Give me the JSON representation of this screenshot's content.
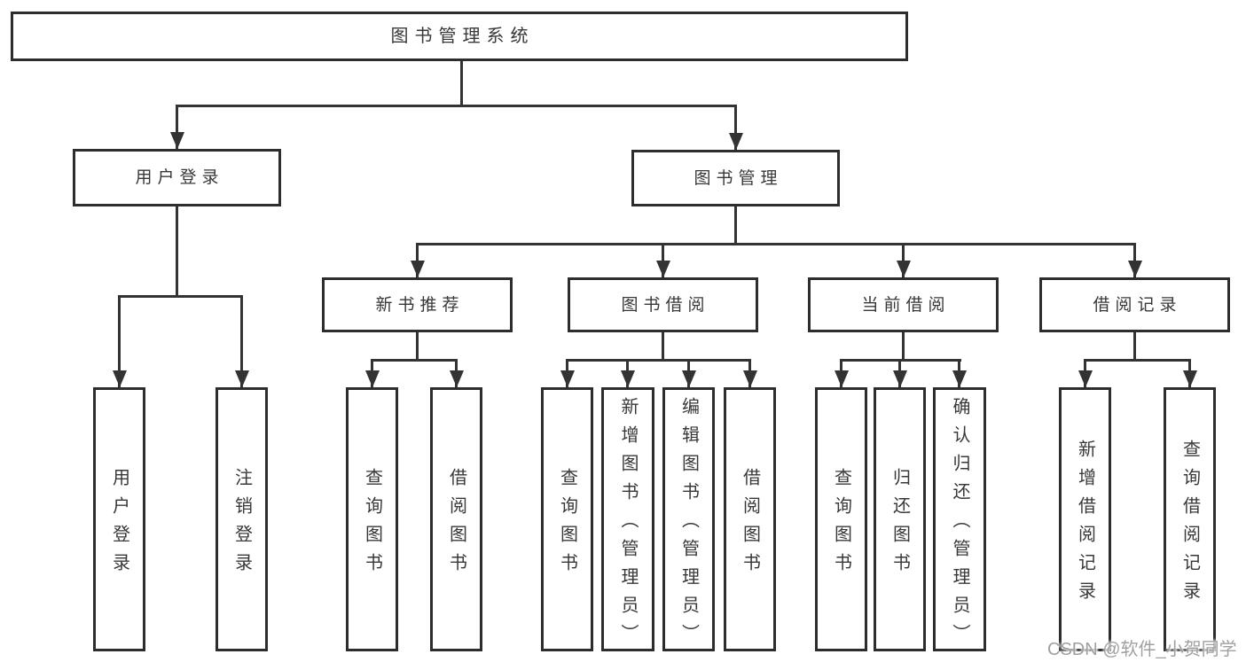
{
  "title": "图书管理系统",
  "level2": {
    "user_login": "用户登录",
    "book_mgmt": "图书管理"
  },
  "level3": {
    "new_books": "新书推荐",
    "book_borrow": "图书借阅",
    "current_borrow": "当前借阅",
    "borrow_records": "借阅记录"
  },
  "leaves": {
    "user_login": [
      "用户登录",
      "注销登录"
    ],
    "new_books": [
      "查询图书",
      "借阅图书"
    ],
    "book_borrow": [
      "查询图书",
      "新增图书（管理员）",
      "编辑图书（管理员）",
      "借阅图书"
    ],
    "current_borrow": [
      "查询图书",
      "归还图书",
      "确认归还（管理员）"
    ],
    "borrow_records": [
      "新增借阅记录",
      "查询借阅记录"
    ]
  },
  "watermark": "CSDN @软件_小贺同学",
  "colors": {
    "line": "#333333",
    "border": "#2d2d2d",
    "text": "#383838",
    "watermark": "#a0a0a0",
    "background": "#ffffff"
  }
}
